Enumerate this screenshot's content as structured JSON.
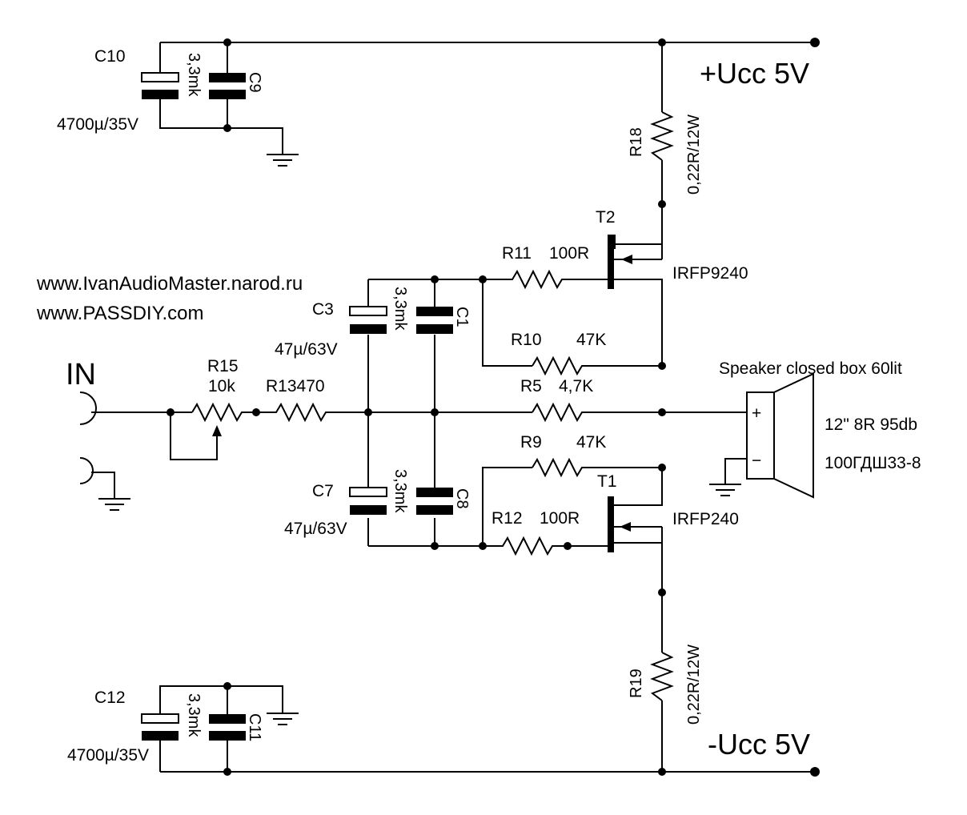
{
  "rails": {
    "plus": "+Ucc 5V",
    "minus": "-Ucc 5V"
  },
  "input_label": "IN",
  "websites": [
    "www.IvanAudioMaster.narod.ru",
    "www.PASSDIY.com"
  ],
  "components": {
    "C10": {
      "ref": "C10",
      "value": "4700µ/35V"
    },
    "C9": {
      "ref": "C9",
      "value": "3,3mk"
    },
    "C12": {
      "ref": "C12",
      "value": "4700µ/35V"
    },
    "C11": {
      "ref": "C11",
      "value": "3,3mk"
    },
    "C3": {
      "ref": "C3",
      "value": "47µ/63V"
    },
    "C1": {
      "ref": "C1",
      "value": "3,3mk"
    },
    "C7": {
      "ref": "C7",
      "value": "47µ/63V"
    },
    "C8": {
      "ref": "C8",
      "value": "3,3mk"
    },
    "R18": {
      "ref": "R18",
      "value": "0,22R/12W"
    },
    "R19": {
      "ref": "R19",
      "value": "0,22R/12W"
    },
    "R15": {
      "ref": "R15",
      "value": "10k"
    },
    "R13": {
      "ref": "R13470"
    },
    "R11": {
      "ref": "R11",
      "value": "100R"
    },
    "R10": {
      "ref": "R10",
      "value": "47K"
    },
    "R5": {
      "ref": "R5",
      "value": "4,7K"
    },
    "R9": {
      "ref": "R9",
      "value": "47K"
    },
    "R12": {
      "ref": "R12",
      "value": "100R"
    },
    "T2": {
      "ref": "T2",
      "part": "IRFP9240"
    },
    "T1": {
      "ref": "T1",
      "part": "IRFP240"
    }
  },
  "speaker": {
    "title": "Speaker closed box 60lit",
    "spec": "12\" 8R 95db",
    "model": "100ГДШ33-8",
    "plus": "+",
    "minus": "−"
  }
}
